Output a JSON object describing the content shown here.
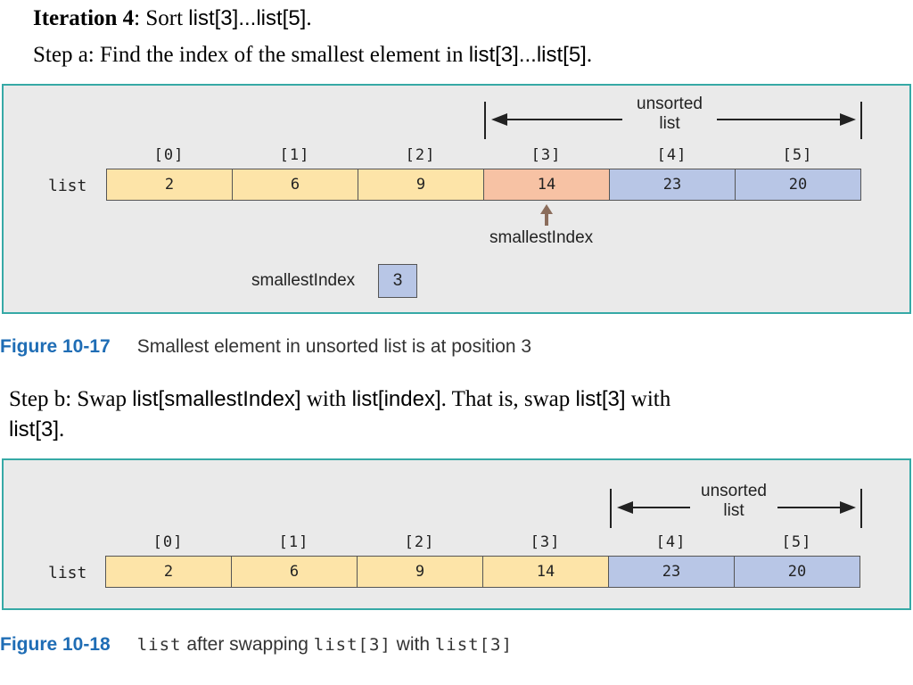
{
  "iteration": {
    "bold": "Iteration 4",
    "text1": ": Sort ",
    "code1": "list[3]...list[5]",
    "end": "."
  },
  "step_a": {
    "text1": "Step a: Find the index of the smallest element in ",
    "code1": "list[3]...list[5]",
    "end": "."
  },
  "step_b": {
    "text1": "Step b: Swap ",
    "code1": "list[smallestIndex]",
    "text2": " with ",
    "code2": "list[index]",
    "text3": ". That is, swap ",
    "code3": "list[3]",
    "text4": " with",
    "code4": "list[3]",
    "end": "."
  },
  "fig17": {
    "list_label": "list",
    "unsorted_line1": "unsorted",
    "unsorted_line2": "list",
    "indices": [
      "[0]",
      "[1]",
      "[2]",
      "[3]",
      "[4]",
      "[5]"
    ],
    "values": [
      "2",
      "6",
      "9",
      "14",
      "23",
      "20"
    ],
    "arrow_label": "smallestIndex",
    "box_label": "smallestIndex",
    "box_value": "3",
    "caption_num": "Figure 10-17",
    "caption_text": "Smallest element in unsorted list is at position 3"
  },
  "fig18": {
    "list_label": "list",
    "unsorted_line1": "unsorted",
    "unsorted_line2": "list",
    "indices": [
      "[0]",
      "[1]",
      "[2]",
      "[3]",
      "[4]",
      "[5]"
    ],
    "values": [
      "2",
      "6",
      "9",
      "14",
      "23",
      "20"
    ],
    "caption_num": "Figure 10-18",
    "caption_mono1": "list",
    "caption_text1": " after swapping ",
    "caption_mono2": "list[3]",
    "caption_text2": " with ",
    "caption_mono3": "list[3]"
  },
  "colors": {
    "sorted": "#fde4a8",
    "current": "#f7c2a4",
    "unsorted": "#b8c6e6",
    "panel_border": "#36a9a6",
    "caption_blue": "#1f6db5"
  }
}
